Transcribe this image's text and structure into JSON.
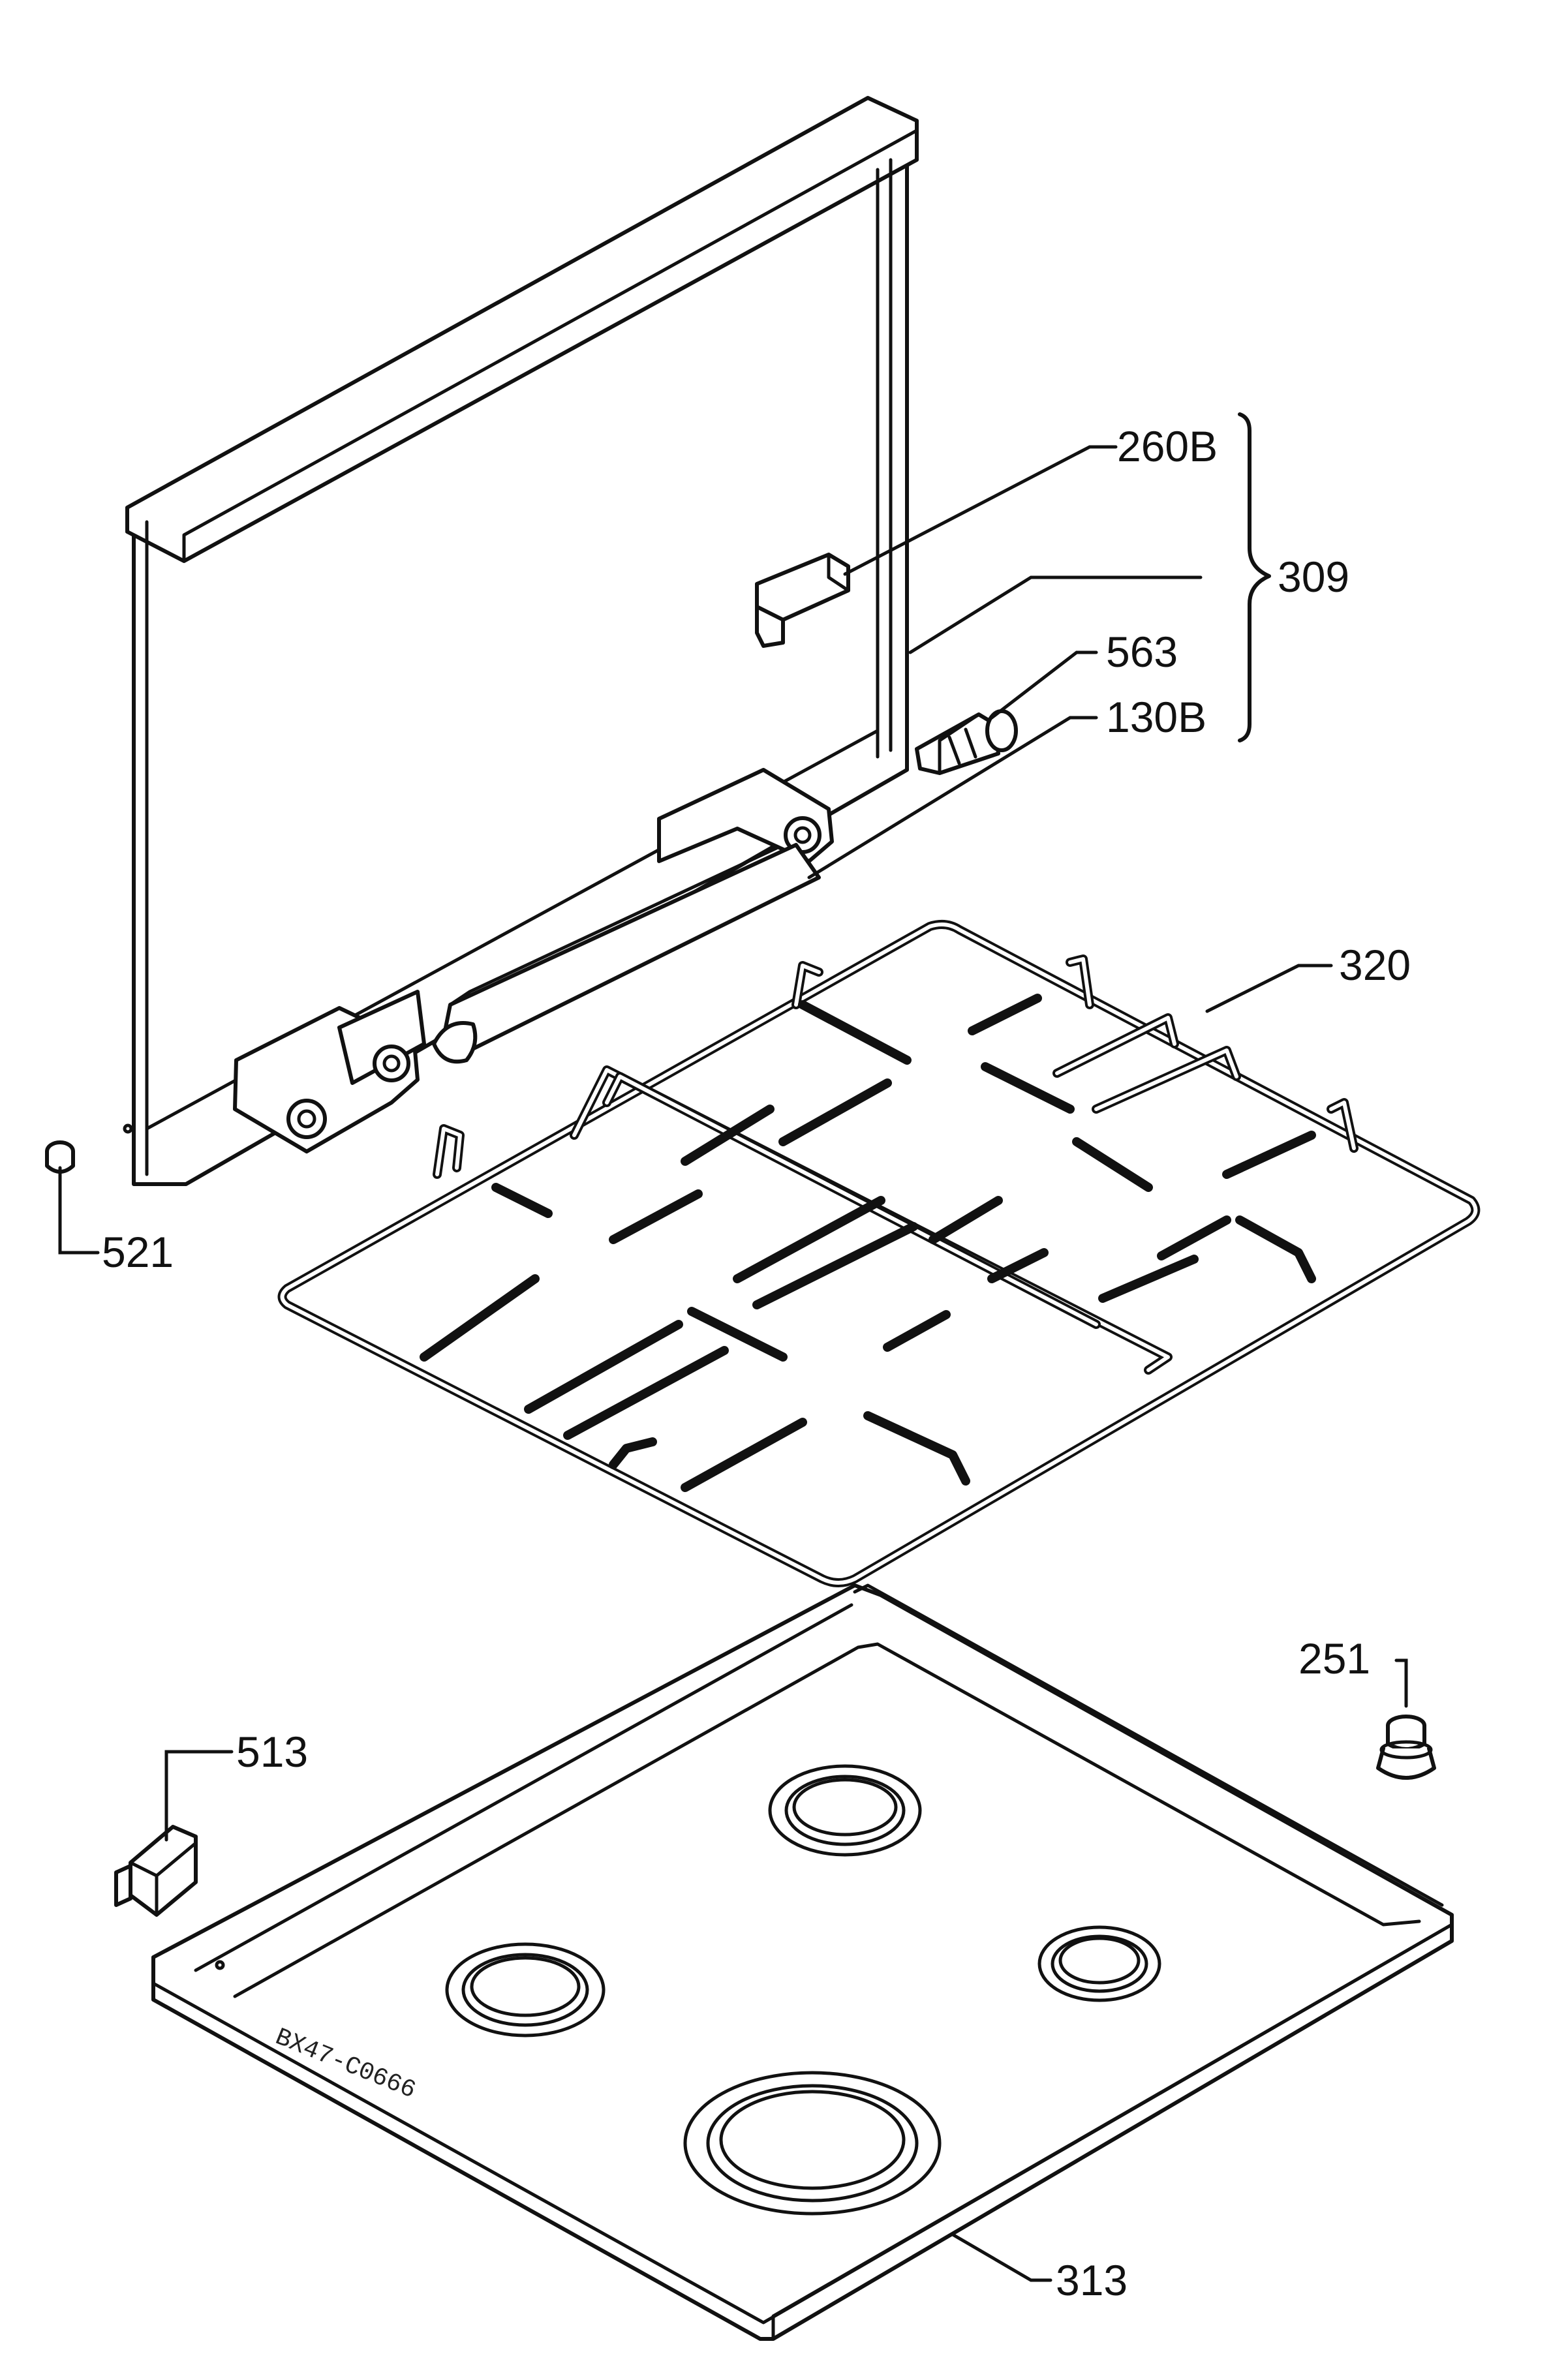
{
  "labels": {
    "p260": "260B",
    "p309": "309",
    "p563": "563",
    "p130": "130B",
    "p320": "320",
    "p521": "521",
    "p251": "251",
    "p513": "513",
    "p313": "313"
  },
  "drawing_code": "BX47-C0666"
}
